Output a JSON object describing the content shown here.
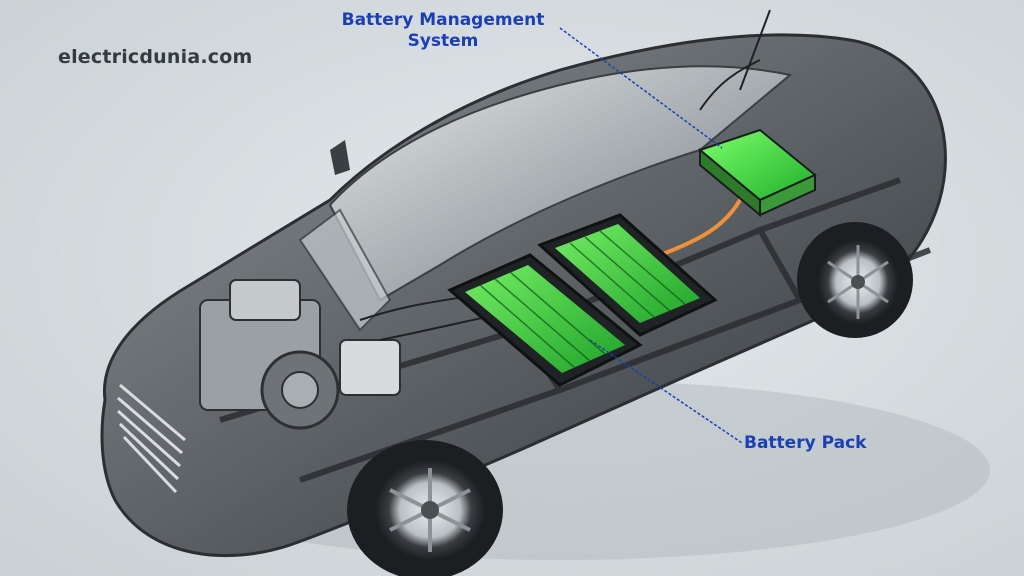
{
  "watermark": {
    "text": "electricdunia.com"
  },
  "labels": {
    "bms_line1": "Battery Management",
    "bms_line2": "System",
    "battery_pack": "Battery Pack"
  },
  "colors": {
    "label_blue": "#1a3fb8",
    "battery_green": "#3ddc3a",
    "car_body": "#5a5f62",
    "background": "#d5dcdf"
  }
}
